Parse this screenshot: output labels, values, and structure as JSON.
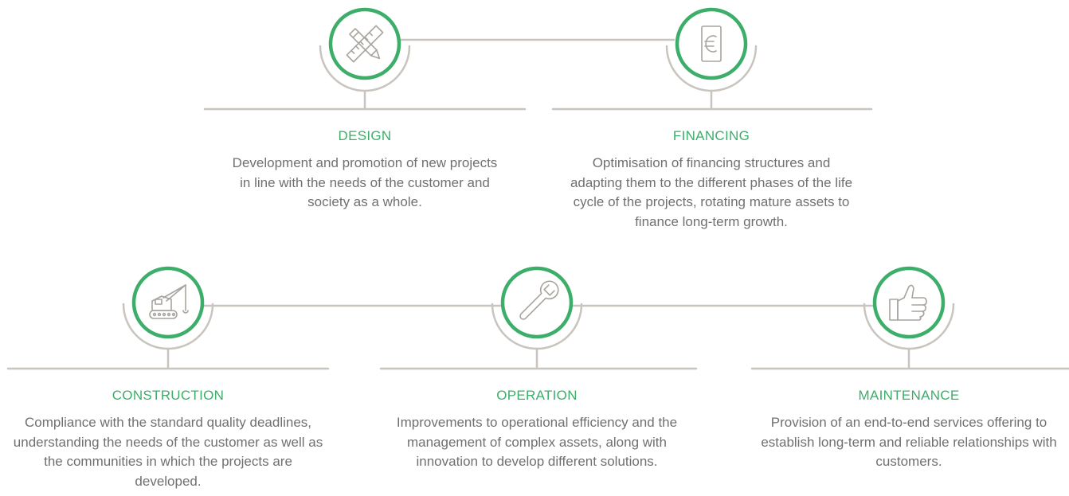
{
  "colors": {
    "accent": "#3dae6a",
    "line": "#c9c4be",
    "icon_stroke": "#a8a39d",
    "text": "#707070"
  },
  "stages": [
    {
      "id": "design",
      "icon": "pencil-ruler-icon",
      "title": "DESIGN",
      "description": "Development and promotion of new projects in line with the needs of the customer and society as a whole."
    },
    {
      "id": "financing",
      "icon": "euro-banknote-icon",
      "title": "FINANCING",
      "description": "Optimisation of financing structures and adapting them to the different phases of the life cycle of the projects, rotating mature assets to finance long-term growth."
    },
    {
      "id": "construction",
      "icon": "crane-icon",
      "title": "CONSTRUCTION",
      "description": "Compliance with the standard quality deadlines, understanding the needs of the customer as well as the communities in which the projects are developed."
    },
    {
      "id": "operation",
      "icon": "wrench-icon",
      "title": "OPERATION",
      "description": "Improvements to operational efficiency and the management of complex assets, along with innovation to develop different solutions."
    },
    {
      "id": "maintenance",
      "icon": "thumbs-up-icon",
      "title": "MAINTENANCE",
      "description": "Provision of an end-to-end services offering to establish long-term and reliable relationships with customers."
    }
  ]
}
